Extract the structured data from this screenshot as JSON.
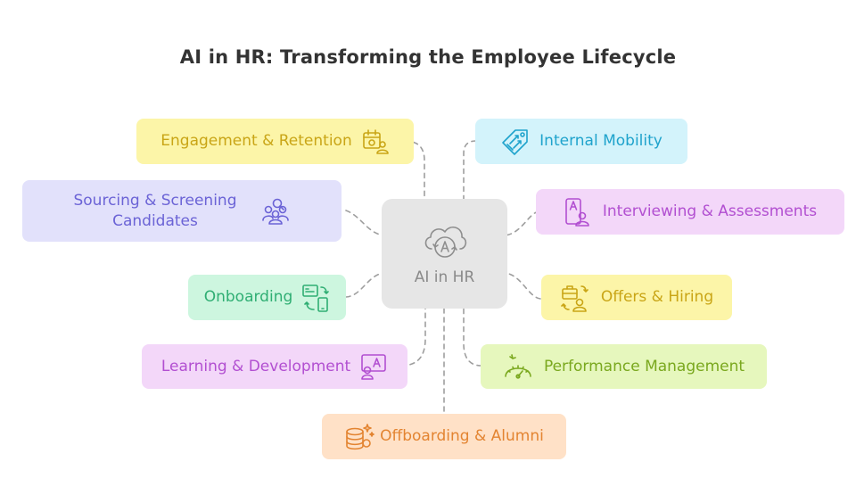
{
  "title": "AI in HR: Transforming the Employee Lifecycle",
  "center": {
    "label": "AI in HR",
    "icon": "ai-cloud-icon"
  },
  "nodes": [
    {
      "id": "engagement",
      "label": "Engagement & Retention",
      "icon": "calendar-user-icon",
      "color": "#c9a516",
      "bg": "#fcf5a8"
    },
    {
      "id": "sourcing",
      "label_line1": "Sourcing & Screening",
      "label_line2": "Candidates",
      "icon": "group-search-icon",
      "color": "#6b63d6",
      "bg": "#e2e1fb"
    },
    {
      "id": "onboarding",
      "label": "Onboarding",
      "icon": "devices-sync-icon",
      "color": "#2fae73",
      "bg": "#cdf6df"
    },
    {
      "id": "learning",
      "label": "Learning & Development",
      "icon": "learner-screen-icon",
      "color": "#b24fd1",
      "bg": "#f3d7f9"
    },
    {
      "id": "offboarding",
      "label": "Offboarding & Alumni",
      "icon": "database-sparkle-icon",
      "color": "#e38431",
      "bg": "#ffe1c7"
    },
    {
      "id": "mobility",
      "label": "Internal Mobility",
      "icon": "tag-arrows-icon",
      "color": "#1fa3cc",
      "bg": "#d3f3fb"
    },
    {
      "id": "interviewing",
      "label": "Interviewing & Assessments",
      "icon": "phone-user-icon",
      "color": "#b24fd1",
      "bg": "#f3d7f9"
    },
    {
      "id": "offers",
      "label": "Offers & Hiring",
      "icon": "briefcase-user-icon",
      "color": "#c9a516",
      "bg": "#fcf5a8"
    },
    {
      "id": "performance",
      "label": "Performance Management",
      "icon": "gauge-icon",
      "color": "#7aa81e",
      "bg": "#e6f7bd"
    }
  ]
}
